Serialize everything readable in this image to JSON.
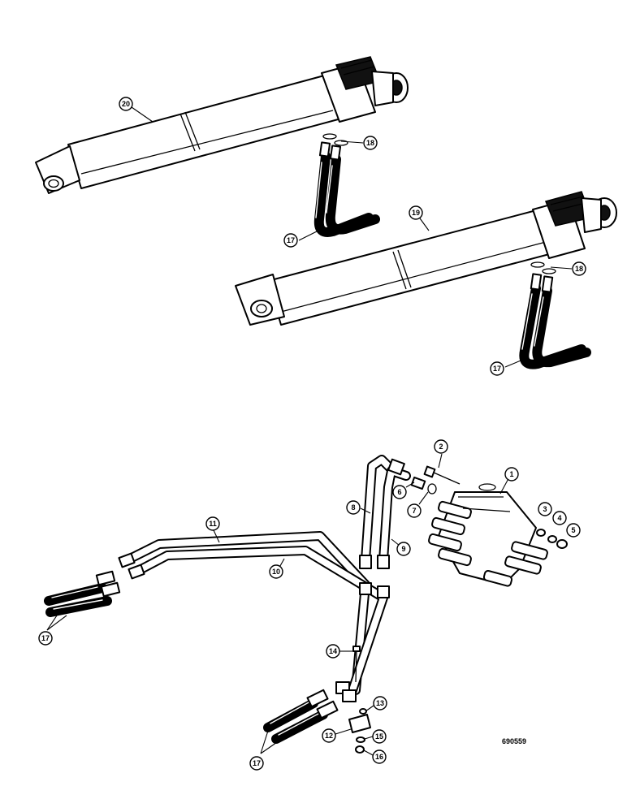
{
  "drawing_number": "690559",
  "callouts": {
    "c1": "1",
    "c2": "2",
    "c3": "3",
    "c4": "4",
    "c5": "5",
    "c6": "6",
    "c7": "7",
    "c8": "8",
    "c9": "9",
    "c10": "10",
    "c11": "11",
    "c12": "12",
    "c13": "13",
    "c14": "14",
    "c15": "15",
    "c16": "16",
    "c17a": "17",
    "c17b": "17",
    "c17c": "17",
    "c17d": "17",
    "c18a": "18",
    "c18b": "18",
    "c19": "19",
    "c20": "20"
  }
}
